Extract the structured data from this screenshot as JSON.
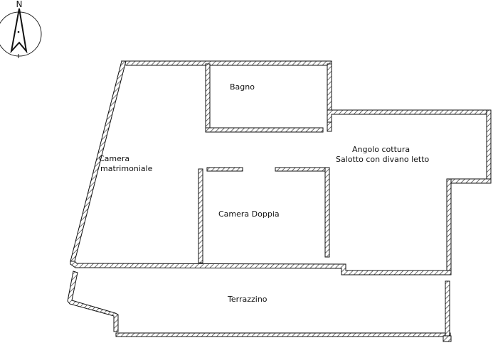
{
  "compass": {
    "letter": "N"
  },
  "rooms": {
    "bagno": "Bagno",
    "camera_matrimoniale_1": "Camera",
    "camera_matrimoniale_2": "matrimoniale",
    "angolo_1": "Angolo cottura",
    "angolo_2": "Salotto con divano letto",
    "camera_doppia": "Camera Doppia",
    "terrazzino": "Terrazzino"
  },
  "colors": {
    "wall": "#222222",
    "background": "#ffffff"
  }
}
